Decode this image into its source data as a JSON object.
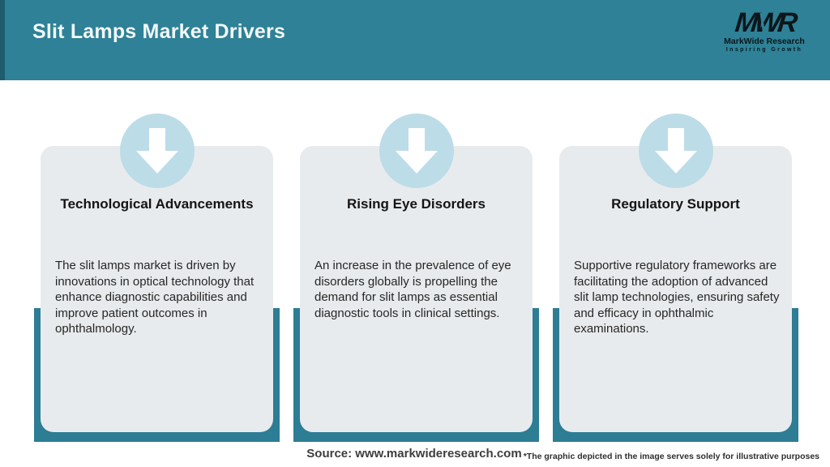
{
  "header": {
    "title": "Slit Lamps Market Drivers",
    "logo": {
      "mark": "MWR",
      "name": "MarkWide Research",
      "tagline": "Inspiring Growth"
    }
  },
  "cards": [
    {
      "icon": "arrow-down-icon",
      "title": "Technological Advancements",
      "body": "The slit lamps market is driven by innovations in optical technology that enhance diagnostic capabilities and improve patient outcomes in ophthalmology."
    },
    {
      "icon": "arrow-down-icon",
      "title": "Rising Eye Disorders",
      "body": "An increase in the prevalence of eye disorders globally is propelling the demand for slit lamps as essential diagnostic tools in clinical settings."
    },
    {
      "icon": "arrow-down-icon",
      "title": "Regulatory Support",
      "body": "Supportive regulatory frameworks are facilitating the adoption of advanced slit lamp technologies, ensuring safety and efficacy in ophthalmic examinations."
    }
  ],
  "footer": {
    "source": "Source: www.markwideresearch.com",
    "disclaimer": "*The graphic depicted in the image serves solely for illustrative purposes"
  },
  "colors": {
    "header_teal": "#2E8196",
    "header_edge": "#1E5D6E",
    "band_teal": "#2D7D94",
    "card_gray": "#E8EBED",
    "circle_blue": "#BCDCE8",
    "arrow_white": "#FFFFFF"
  }
}
